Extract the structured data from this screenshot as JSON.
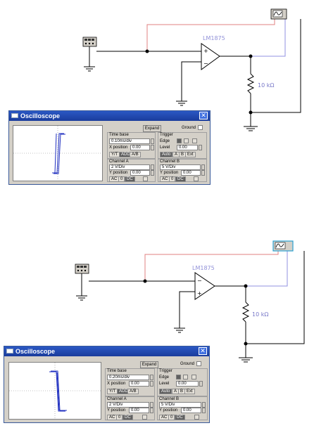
{
  "circuit1": {
    "opamp_label": "LM1875",
    "resistor_label": "10 kΩ"
  },
  "circuit2": {
    "opamp_label": "LM1875",
    "resistor_label": "10 kΩ"
  },
  "osc1": {
    "title": "Oscilloscope",
    "expand_label": "Expand",
    "ground_label": "Ground",
    "timebase": {
      "header": "Time base",
      "value": "0.10ms/div",
      "xpos_label": "X position",
      "xpos_value": "0.00",
      "btn_yt": "Y/T",
      "btn_add": "ADD",
      "btn_ba": "A/B"
    },
    "trigger": {
      "header": "Trigger",
      "edge_label": "Edge",
      "level_label": "Level",
      "level_value": "0.00",
      "btn_auto": "Auto",
      "btn_a": "A",
      "btn_b": "B",
      "btn_ext": "Ext"
    },
    "channel_a": {
      "header": "Channel A",
      "value": "2 V/Div",
      "ypos_label": "Y position",
      "ypos_value": "0.00",
      "btn_ac": "AC",
      "btn_0": "0",
      "btn_dc": "DC"
    },
    "channel_b": {
      "header": "Channel B",
      "value": "5 V/Div",
      "ypos_label": "Y position",
      "ypos_value": "0.00",
      "btn_ac": "AC",
      "btn_0": "0",
      "btn_dc": "DC"
    }
  },
  "osc2": {
    "title": "Oscilloscope",
    "expand_label": "Expand",
    "ground_label": "Ground",
    "timebase": {
      "header": "Time base",
      "value": "0.20ms/div",
      "xpos_label": "X position",
      "xpos_value": "0.00",
      "btn_yt": "Y/T",
      "btn_add": "ADD",
      "btn_ba": "A/B"
    },
    "trigger": {
      "header": "Trigger",
      "edge_label": "Edge",
      "level_label": "Level",
      "level_value": "0.00",
      "btn_auto": "Auto",
      "btn_a": "A",
      "btn_b": "B",
      "btn_ext": "Ext"
    },
    "channel_a": {
      "header": "Channel A",
      "value": "2 V/Div",
      "ypos_label": "Y position",
      "ypos_value": "0.00",
      "btn_ac": "AC",
      "btn_0": "0",
      "btn_dc": "DC"
    },
    "channel_b": {
      "header": "Channel B",
      "value": "5 V/Div",
      "ypos_label": "Y position",
      "ypos_value": "0.00",
      "btn_ac": "AC",
      "btn_0": "0",
      "btn_dc": "DC"
    }
  },
  "colors": {
    "wire": "#000000",
    "probe_wire_a": "#e08080",
    "probe_wire_b": "#9090e0",
    "opamp_label": "#9090d8",
    "trace": "#2030c0",
    "title_bar": "#1f48b8"
  }
}
